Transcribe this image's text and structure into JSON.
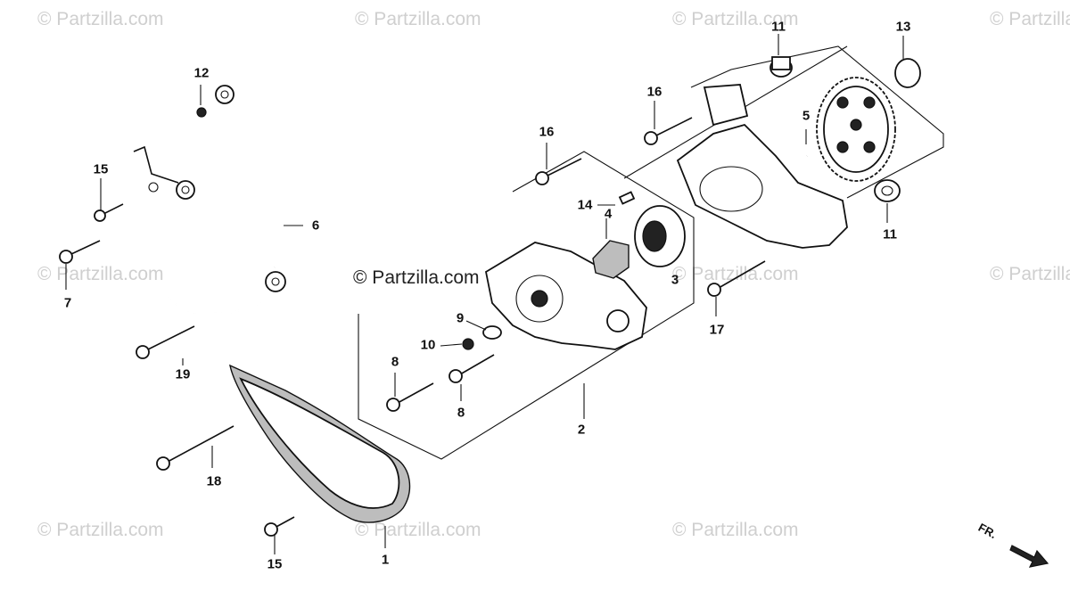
{
  "watermarks": [
    {
      "text": "© Partzilla.com"
    },
    {
      "text": "© Partzilla.com"
    },
    {
      "text": "© Partzilla.com"
    },
    {
      "text": "© Partzilla.com"
    },
    {
      "text": "© Partzilla.com"
    },
    {
      "text": "© Partzilla.com"
    },
    {
      "text": "© Partzilla.com"
    },
    {
      "text": "© Partzilla.com"
    },
    {
      "text": "© Partzilla.com"
    },
    {
      "text": "© Partzilla.com"
    }
  ],
  "center_watermark": "© Partzilla.com",
  "direction_label": "FR.",
  "callouts": [
    "1",
    "2",
    "3",
    "4",
    "5",
    "6",
    "7",
    "8",
    "8",
    "9",
    "10",
    "11",
    "11",
    "12",
    "13",
    "14",
    "15",
    "15",
    "16",
    "16",
    "17",
    "18",
    "19"
  ]
}
